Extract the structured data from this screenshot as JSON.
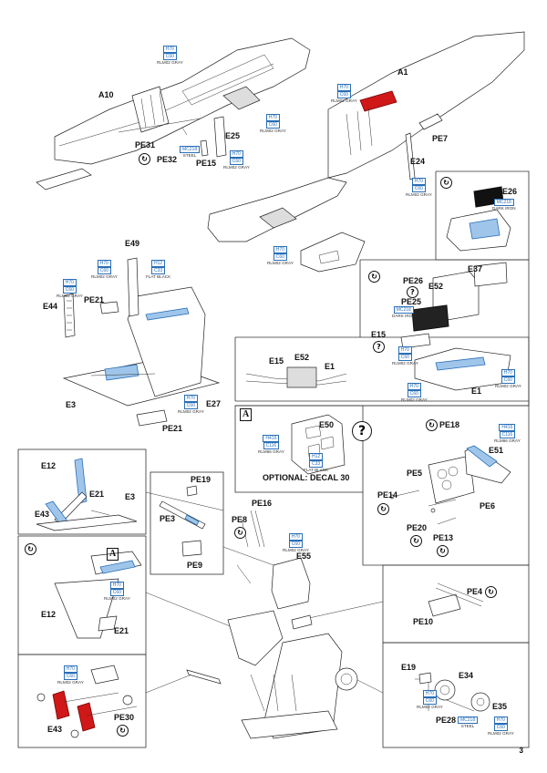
{
  "page_number": "3",
  "colors": {
    "accent_blue": "#2a6fb8",
    "highlight_red": "#d01818",
    "line": "#222222"
  },
  "steps": {
    "fuselage_left": {
      "labels": {
        "a10": "A10",
        "pe31": "PE31",
        "pe32": "PE32",
        "pe15": "PE15",
        "e25": "E25"
      },
      "paints": [
        {
          "code": "H70",
          "code2": "C60",
          "name": "RLM02 GRAY"
        },
        {
          "code": "H70",
          "code2": "C60",
          "name": "RLM02 GRAY"
        },
        {
          "code": "MC218",
          "name": "STEEL"
        },
        {
          "code": "H70",
          "code2": "C60",
          "name": "RLM02 GRAY"
        }
      ]
    },
    "fuselage_right": {
      "labels": {
        "a1": "A1",
        "pe7": "PE7",
        "e24": "E24"
      },
      "paints": [
        {
          "code": "H70",
          "code2": "C60",
          "name": "RLM02 GRAY"
        },
        {
          "code": "H70",
          "code2": "C60",
          "name": "RLM02 GRAY"
        },
        {
          "code": "H70",
          "code2": "C60",
          "name": "RLM02 GRAY"
        }
      ]
    },
    "pe26_panel": {
      "labels": {
        "pe26": "PE26"
      },
      "paints": [
        {
          "code": "MC218",
          "name": "DARK IRON"
        }
      ]
    },
    "seat_base": {
      "labels": {
        "e49": "E49",
        "pe21_top": "PE21",
        "e44": "E44",
        "e3": "E3",
        "e27": "E27",
        "pe21_bottom": "PE21"
      },
      "paints": [
        {
          "code": "H70",
          "code2": "C60",
          "name": "RLM02 GRAY"
        },
        {
          "code": "H12",
          "code2": "C33",
          "name": "FLAT BLACK"
        },
        {
          "code": "H70",
          "code2": "C60",
          "name": "RLM02 GRAY"
        },
        {
          "code": "H70",
          "code2": "C60",
          "name": "RLM02 GRAY"
        }
      ]
    },
    "instrument_block": {
      "labels": {
        "pe26": "PE26",
        "e52": "E52",
        "e37": "E37",
        "pe25": "PE25",
        "e15": "E15",
        "e1": "E1"
      },
      "paints": [
        {
          "code": "MC218",
          "name": "DARK IRON"
        },
        {
          "code": "H70",
          "code2": "C60",
          "name": "RLM02 GRAY"
        },
        {
          "code": "H70",
          "code2": "C60",
          "name": "RLM02 GRAY"
        },
        {
          "code": "H70",
          "code2": "C60",
          "name": "RLM02 GRAY"
        }
      ]
    },
    "inset_e15": {
      "labels": {
        "e15": "E15",
        "e52": "E52",
        "e1": "E1"
      }
    },
    "optional_panel": {
      "letter": "A",
      "labels": {
        "e50": "E50",
        "optional": "OPTIONAL: DECAL 30"
      },
      "paints": [
        {
          "code": "H416",
          "code2": "C116",
          "name": "RLM66 GRAY"
        },
        {
          "code": "H12",
          "code2": "C33",
          "name": "FLAT BLACK"
        }
      ]
    },
    "panel_right": {
      "labels": {
        "pe18": "PE18",
        "e51": "E51",
        "pe5": "PE5",
        "pe14": "PE14",
        "pe6": "PE6",
        "pe20": "PE20",
        "pe13": "PE13"
      },
      "paints": [
        {
          "code": "H416",
          "code2": "C116",
          "name": "RLM66 GRAY"
        }
      ]
    },
    "inset_e12": {
      "labels": {
        "e12": "E12",
        "e21": "E21",
        "e3": "E3",
        "e43": "E43"
      }
    },
    "belts": {
      "labels": {
        "pe19": "PE19",
        "pe3": "PE3",
        "pe9": "PE9",
        "pe16": "PE16",
        "pe8": "PE8",
        "e55": "E55"
      },
      "paints": [
        {
          "code": "H70",
          "code2": "C60",
          "name": "RLM02 GRAY"
        }
      ]
    },
    "e12_step": {
      "letter": "A",
      "labels": {
        "e12": "E12",
        "e21": "E21"
      },
      "paints": [
        {
          "code": "H70",
          "code2": "C60",
          "name": "RLM02 GRAY"
        }
      ]
    },
    "pe4_step": {
      "labels": {
        "pe4": "PE4",
        "pe10": "PE10"
      }
    },
    "rudder_pedals": {
      "labels": {
        "e43": "E43",
        "pe30": "PE30"
      },
      "paints": [
        {
          "code": "H70",
          "code2": "C60",
          "name": "RLM02 GRAY"
        }
      ]
    },
    "trim_wheel": {
      "labels": {
        "e19": "E19",
        "e34": "E34",
        "e35": "E35",
        "pe28": "PE28"
      },
      "paints": [
        {
          "code": "H70",
          "code2": "C60",
          "name": "RLM02 GRAY"
        },
        {
          "code": "MC218",
          "name": "STEEL"
        },
        {
          "code": "H70",
          "code2": "C60",
          "name": "RLM02 GRAY"
        }
      ]
    }
  }
}
